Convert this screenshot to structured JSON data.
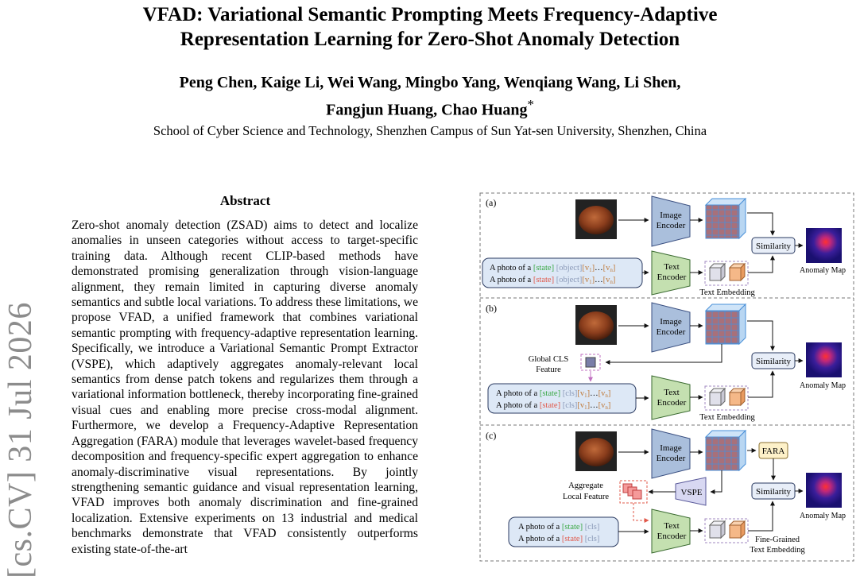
{
  "paper": {
    "title_line1": "VFAD: Variational Semantic Prompting Meets Frequency-Adaptive",
    "title_line2": "Representation Learning for Zero-Shot Anomaly Detection",
    "authors_line1": "Peng Chen, Kaige Li, Wei Wang, Mingbo Yang, Wenqiang Wang, Li Shen,",
    "authors_line2_names": "Fangjun Huang, Chao Huang",
    "authors_line2_mark": "*",
    "affiliation": "School of Cyber Science and Technology, Shenzhen Campus of Sun Yat-sen University, Shenzhen, China",
    "arxiv_stamp": "[cs.CV]  31 Jul 2026"
  },
  "abstract": {
    "heading": "Abstract",
    "text": "Zero-shot anomaly detection (ZSAD) aims to detect and localize anomalies in unseen categories without access to target-specific training data. Although recent CLIP-based methods have demonstrated promising generalization through vision-language alignment, they remain limited in capturing diverse anomaly semantics and subtle local variations. To address these limitations, we propose VFAD, a unified framework that combines variational semantic prompting with frequency-adaptive representation learning. Specifically, we introduce a Variational Semantic Prompt Extractor (VSPE), which adaptively aggregates anomaly-relevant local semantics from dense patch tokens and regularizes them through a variational information bottleneck, thereby incorporating fine-grained visual cues and enabling more precise cross-modal alignment. Furthermore, we develop a Frequency-Adaptive Representation Aggregation (FARA) module that leverages wavelet-based frequency decomposition and frequency-specific expert aggregation to enhance anomaly-discriminative visual representations. By jointly strengthening semantic guidance and visual representation learning, VFAD improves both anomaly discrimination and fine-grained localization. Extensive experiments on 13 industrial and medical benchmarks demonstrate that VFAD consistently outperforms existing state-of-the-art"
  },
  "figure": {
    "panel_a": "(a)",
    "panel_b": "(b)",
    "panel_c": "(c)",
    "image_encoder": [
      "Image",
      "Encoder"
    ],
    "text_encoder": [
      "Text",
      "Encoder"
    ],
    "similarity": "Similarity",
    "anomaly_map": "Anomaly Map",
    "text_embedding": "Text Embedding",
    "fine_grained_embedding": [
      "Fine-Grained",
      "Text Embedding"
    ],
    "global_cls": [
      "Global CLS",
      "Feature"
    ],
    "aggregate_local": [
      "Aggregate",
      "Local Feature"
    ],
    "vspe": "VSPE",
    "fara": "FARA",
    "prompt_prefix": "A photo of a ",
    "tok_state": "[state]",
    "tok_object": "[object]",
    "tok_cls": "[cls]",
    "tok_v1": "[v",
    "tok_vn": "[v",
    "sub_1": "1",
    "sub_n": "n",
    "ellipsis": "…",
    "colors": {
      "normal_state": "#3aa845",
      "abnormal_state": "#e0584a",
      "learnable": "#c07a3a",
      "encoder_fill": "#aabfdc",
      "prompt_box": "#dde8f6",
      "fara_fill": "#fdf1c9"
    }
  }
}
